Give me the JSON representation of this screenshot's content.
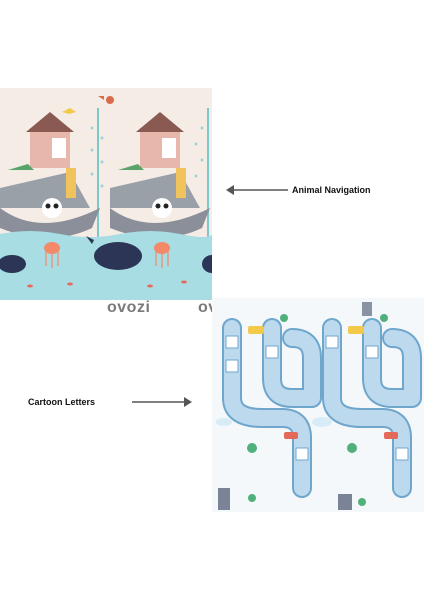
{
  "labels": {
    "top": "Animal Navigation",
    "bottom": "Cartoon Letters"
  },
  "watermark": {
    "left": "ovozi",
    "right": "ovozi"
  },
  "colors": {
    "sea": "#a8dde3",
    "sky": "#f6ece6",
    "road": "#bcd9ee",
    "road_border": "#6fa6cc",
    "mat_bg": "#f4f8fb"
  },
  "icons": [
    "arrow-left-icon",
    "arrow-right-icon"
  ]
}
